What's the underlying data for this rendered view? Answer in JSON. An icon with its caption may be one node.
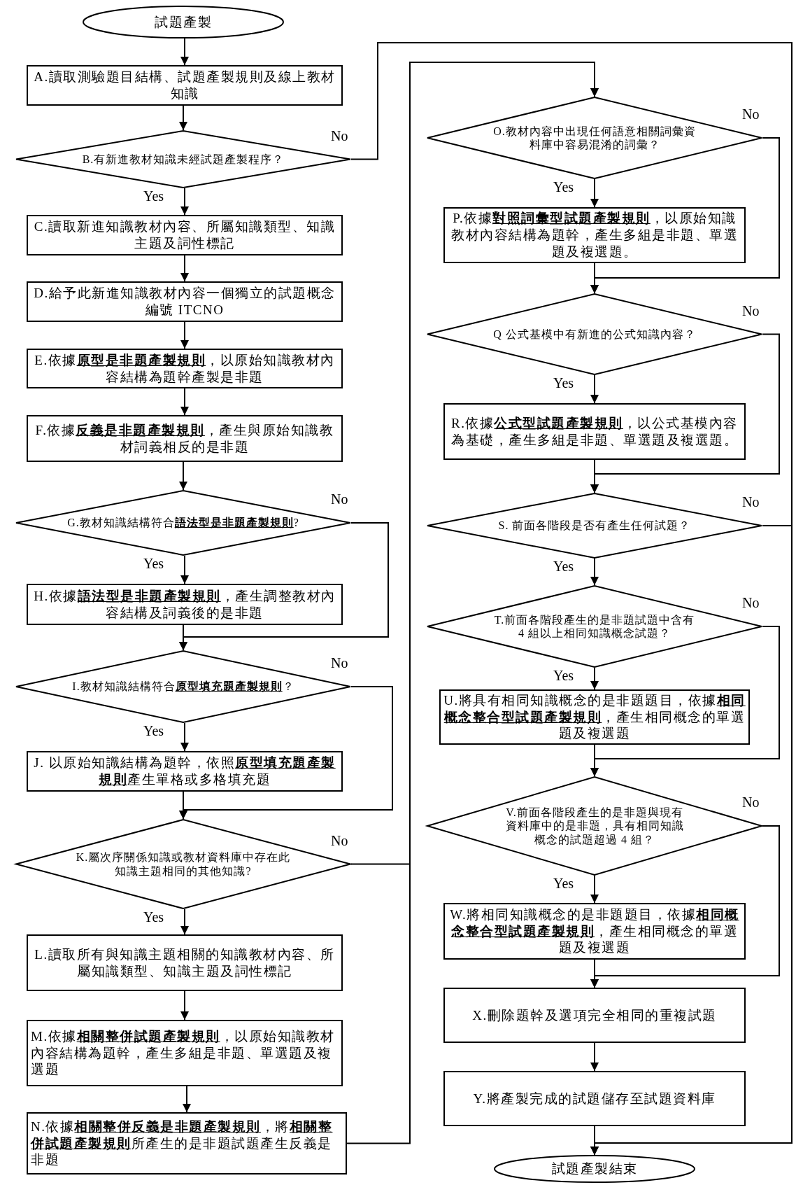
{
  "diagram": {
    "nodes": [
      {
        "text": [
          "試題產製"
        ]
      },
      {
        "text": [
          "A.讀取測驗題目結構、試題產製規則及線上教材知識"
        ]
      },
      {
        "text": [
          "B.有新進教材知識未經試題產製程序？"
        ]
      },
      {
        "text": [
          "C.讀取新進知識教材內容、所屬知識類型、知識主題及詞性標記"
        ]
      },
      {
        "text": [
          "D.給予此新進知識教材內容一個獨立的試題概念編號 ITCNO"
        ]
      },
      {
        "text": [
          "E.依據**原型是非題產製規則**，以原始知識教材內容結構為題幹產製是非題"
        ]
      },
      {
        "text": [
          "F.依據**反義是非題產製規則**，產生與原始知識教材詞義相反的是非題"
        ]
      },
      {
        "text": [
          "G.教材知識結構符合**語法型是非題產製規則**?"
        ]
      },
      {
        "text": [
          "H.依據**語法型是非題產製規則**，產生調整教材內容結構及詞義後的是非題"
        ]
      },
      {
        "text": [
          "I.教材知識結構符合**原型填充題產製規則**？"
        ]
      },
      {
        "text": [
          "J. 以原始知識結構為題幹，依照**原型填充題產製規則**產生單格或多格填充題"
        ]
      },
      {
        "text": [
          "K.屬次序關係知識或教材資料庫中存在此知識主題相同的其他知識?"
        ]
      },
      {
        "text": [
          "L.讀取所有與知識主題相關的知識教材內容、所屬知識類型、知識主題及詞性標記"
        ]
      },
      {
        "text": [
          "M.依據**相關整併試題產製規則**，以原始知識教材內容結構為題幹，產生多組是非題、單選題及複選題"
        ]
      },
      {
        "text": [
          "N.依據**相關整併反義是非題產製規則**，將**相關整併試題產製規則**所產生的是非題試題產生反義是非題"
        ]
      },
      {
        "text": [
          "O.教材內容中出現任何語意相關詞彙資料庫中容易混淆的詞彙？"
        ]
      },
      {
        "text": [
          "P.依據**對照詞彙型試題產製規則**，以原始知識教材內容結構為題幹，產生多組是非題、單選題及複選題。"
        ]
      },
      {
        "text": [
          "Q 公式基模中有新進的公式知識內容？"
        ]
      },
      {
        "text": [
          "R.依據**公式型試題產製規則**，以公式基模內容為基礎，產生多組是非題、單選題及複選題。"
        ]
      },
      {
        "text": [
          "S. 前面各階段是否有產生任何試題？"
        ]
      },
      {
        "text": [
          "T.前面各階段產生的是非題試題中含有 4 組以上相同知識概念試題？"
        ]
      },
      {
        "text": [
          "U.將具有相同知識概念的是非題題目，依據**相同概念整合型試題產製規則**，產生相同概念的單選題及複選題"
        ]
      },
      {
        "text": [
          "V.前面各階段產生的是非題與現有資料庫中的是非題，具有相同知識概念的試題超過 4 組？"
        ]
      },
      {
        "text": [
          "W.將相同知識概念的是非題題目，依據**相同概念整合型試題產製規則**，產生相同概念的單選題及複選題"
        ]
      },
      {
        "text": [
          "X.刪除題幹及選項完全相同的重複試題"
        ]
      },
      {
        "text": [
          "Y.將產製完成的試題儲存至試題資料庫"
        ]
      },
      {
        "text": [
          "試題產製結束"
        ]
      }
    ],
    "edges": [
      {
        "from": 0,
        "to": 1,
        "arrow": "to"
      },
      {
        "from": 1,
        "to": 2,
        "arrow": "to"
      },
      {
        "from": 2,
        "to": 3,
        "arrow": "to",
        "label": "Yes"
      },
      {
        "from": 2,
        "to": 26,
        "arrow": "to",
        "label": "No"
      },
      {
        "from": 3,
        "to": 4,
        "arrow": "to"
      },
      {
        "from": 4,
        "to": 5,
        "arrow": "to"
      },
      {
        "from": 5,
        "to": 6,
        "arrow": "to"
      },
      {
        "from": 6,
        "to": 7,
        "arrow": "to"
      },
      {
        "from": 7,
        "to": 8,
        "arrow": "to",
        "label": "Yes"
      },
      {
        "from": 7,
        "to": 9,
        "arrow": "to",
        "label": "No"
      },
      {
        "from": 8,
        "to": 9,
        "arrow": "to"
      },
      {
        "from": 9,
        "to": 10,
        "arrow": "to",
        "label": "Yes"
      },
      {
        "from": 9,
        "to": 11,
        "arrow": "to",
        "label": "No"
      },
      {
        "from": 10,
        "to": 11,
        "arrow": "to"
      },
      {
        "from": 11,
        "to": 12,
        "arrow": "to",
        "label": "Yes"
      },
      {
        "from": 11,
        "to": 15,
        "arrow": "to",
        "label": "No"
      },
      {
        "from": 12,
        "to": 13,
        "arrow": "to"
      },
      {
        "from": 13,
        "to": 14,
        "arrow": "to"
      },
      {
        "from": 14,
        "to": 15,
        "arrow": "to"
      },
      {
        "from": 15,
        "to": 16,
        "arrow": "to",
        "label": "Yes"
      },
      {
        "from": 15,
        "to": 17,
        "arrow": "to",
        "label": "No"
      },
      {
        "from": 16,
        "to": 17,
        "arrow": "to"
      },
      {
        "from": 17,
        "to": 18,
        "arrow": "to",
        "label": "Yes"
      },
      {
        "from": 17,
        "to": 19,
        "arrow": "to",
        "label": "No"
      },
      {
        "from": 18,
        "to": 19,
        "arrow": "to"
      },
      {
        "from": 19,
        "to": 26,
        "arrow": "to",
        "label": "No"
      },
      {
        "from": 19,
        "to": 20,
        "arrow": "to",
        "label": "Yes"
      },
      {
        "from": 20,
        "to": 21,
        "arrow": "to",
        "label": "Yes"
      },
      {
        "from": 20,
        "to": 22,
        "arrow": "to",
        "label": "No"
      },
      {
        "from": 21,
        "to": 22,
        "arrow": "to"
      },
      {
        "from": 22,
        "to": 23,
        "arrow": "to",
        "label": "Yes"
      },
      {
        "from": 22,
        "to": 24,
        "arrow": "to",
        "label": "No"
      },
      {
        "from": 23,
        "to": 24,
        "arrow": "to"
      },
      {
        "from": 24,
        "to": 25,
        "arrow": "to"
      },
      {
        "from": 25,
        "to": 26,
        "arrow": "to"
      }
    ]
  }
}
